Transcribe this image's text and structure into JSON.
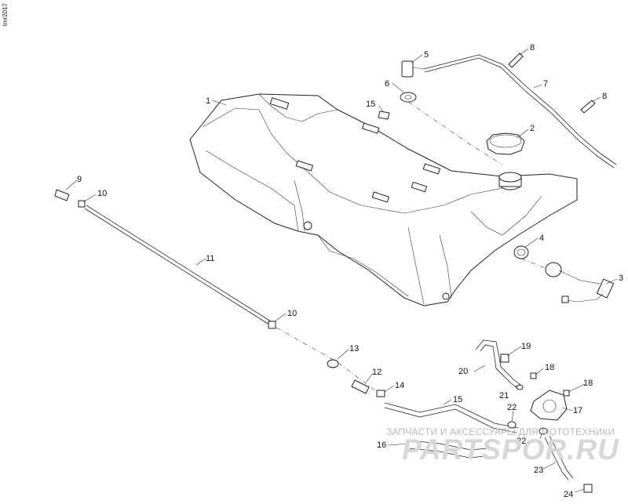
{
  "drawing_code": "tmr2017",
  "watermark": {
    "line1": "ЗАПЧАСТИ И АКСЕССУАРЫ ДЛЯ МОТОТЕХНИКИ",
    "line2": "PARTSPOR.RU"
  },
  "callouts": [
    {
      "id": "1",
      "label": "1"
    },
    {
      "id": "2",
      "label": "2"
    },
    {
      "id": "3",
      "label": "3"
    },
    {
      "id": "4",
      "label": "4"
    },
    {
      "id": "5",
      "label": "5"
    },
    {
      "id": "6",
      "label": "6"
    },
    {
      "id": "7",
      "label": "7"
    },
    {
      "id": "8a",
      "label": "8"
    },
    {
      "id": "8b",
      "label": "8"
    },
    {
      "id": "9",
      "label": "9"
    },
    {
      "id": "10a",
      "label": "10"
    },
    {
      "id": "10b",
      "label": "10"
    },
    {
      "id": "11",
      "label": "11"
    },
    {
      "id": "12",
      "label": "12"
    },
    {
      "id": "13",
      "label": "13"
    },
    {
      "id": "14",
      "label": "14"
    },
    {
      "id": "15a",
      "label": "15"
    },
    {
      "id": "15b",
      "label": "15"
    },
    {
      "id": "16",
      "label": "16"
    },
    {
      "id": "17",
      "label": "17"
    },
    {
      "id": "18a",
      "label": "18"
    },
    {
      "id": "18b",
      "label": "18"
    },
    {
      "id": "19",
      "label": "19"
    },
    {
      "id": "20",
      "label": "20"
    },
    {
      "id": "21",
      "label": "21"
    },
    {
      "id": "22a",
      "label": "22"
    },
    {
      "id": "22b",
      "label": "22"
    },
    {
      "id": "23",
      "label": "23"
    },
    {
      "id": "24",
      "label": "24"
    }
  ]
}
